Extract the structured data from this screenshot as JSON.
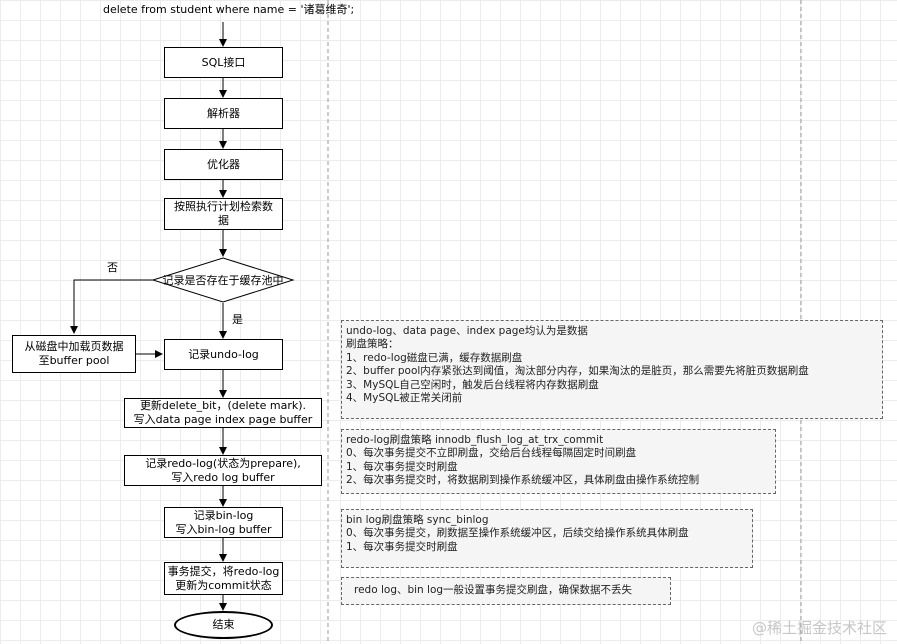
{
  "query": "delete from student where name = '诸葛维奇';",
  "steps": {
    "sql_interface": "SQL接口",
    "parser": "解析器",
    "optimizer": "优化器",
    "fetch": [
      "按照执行计划检索数",
      "据"
    ],
    "decision": "记录是否存在于缓存池中",
    "load_disk": [
      "从磁盘中加载页数据",
      "至buffer pool"
    ],
    "undo_log": "记录undo-log",
    "delete_bit": [
      "更新delete_bit，(delete mark).",
      "写入data page index page buffer"
    ],
    "redo_log": [
      "记录redo-log(状态为prepare),",
      "写入redo log buffer"
    ],
    "binlog": [
      "记录bin-log",
      "写入bin-log buffer"
    ],
    "commit": [
      "事务提交，将redo-log",
      "更新为commit状态"
    ],
    "end": "结束"
  },
  "edge_labels": {
    "no": "否",
    "yes": "是"
  },
  "notes": {
    "flush": [
      "undo-log、data page、index page均认为是数据",
      "刷盘策略：",
      "1、redo-log磁盘已满，缓存数据刷盘",
      "2、buffer pool内存紧张达到阈值，淘汰部分内存，如果淘汰的是脏页，那么需要先将脏页数据刷盘",
      "3、MySQL自己空闲时，触发后台线程将内存数据刷盘",
      "4、MySQL被正常关闭前"
    ],
    "redo": [
      "redo-log刷盘策略 innodb_flush_log_at_trx_commit",
      "0、每次事务提交不立即刷盘，交给后台线程每隔固定时间刷盘",
      "1、每次事务提交时刷盘",
      "2、每次事务提交时，将数据刷到操作系统缓冲区，具体刷盘由操作系统控制"
    ],
    "binlog": [
      "bin log刷盘策略 sync_binlog",
      "0、每次事务提交，刷数据至操作系统缓冲区，后续交给操作系统具体刷盘",
      "1、每次事务提交时刷盘"
    ],
    "summary": "redo log、bin log一般设置事务提交刷盘，确保数据不丢失"
  },
  "watermark": "@稀土掘金技术社区"
}
